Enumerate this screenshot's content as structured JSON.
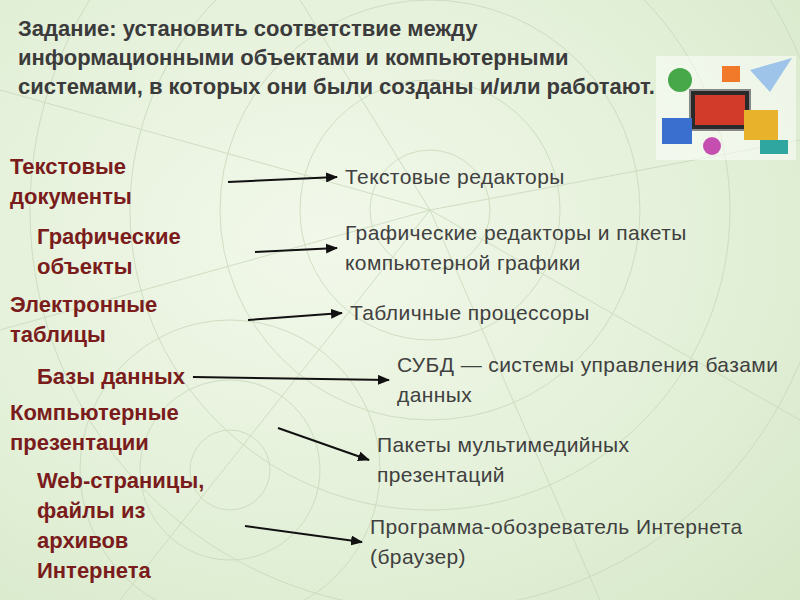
{
  "diagram": {
    "title": "Задание: установить соответствие между информационными объектами и компьютерными системами, в которых они были созданы и/или работают.",
    "nodes": [
      {
        "text": [
          "Текстовые документы"
        ]
      },
      {
        "text": [
          "Текстовые редакторы"
        ]
      },
      {
        "text": [
          "Графические объекты"
        ]
      },
      {
        "text": [
          "Графические редакторы и пакеты компьютерной графики"
        ]
      },
      {
        "text": [
          "Электронные таблицы"
        ]
      },
      {
        "text": [
          "Табличные процессоры"
        ]
      },
      {
        "text": [
          "Базы данных"
        ]
      },
      {
        "text": [
          "СУБД — системы управления базами данных"
        ]
      },
      {
        "text": [
          "Компьютерные презентации"
        ]
      },
      {
        "text": [
          "Пакеты мультимедийных презентаций"
        ]
      },
      {
        "text": [
          "Web-страницы, файлы из архивов Интернета"
        ]
      },
      {
        "text": [
          "Программа-обозреватель Интернета (браузер)"
        ]
      }
    ],
    "edges": [
      {
        "from": 0,
        "to": 1,
        "arrow": "to"
      },
      {
        "from": 2,
        "to": 3,
        "arrow": "to"
      },
      {
        "from": 4,
        "to": 5,
        "arrow": "to"
      },
      {
        "from": 6,
        "to": 7,
        "arrow": "to"
      },
      {
        "from": 8,
        "to": 9,
        "arrow": "to"
      },
      {
        "from": 10,
        "to": 11,
        "arrow": "to"
      }
    ]
  }
}
